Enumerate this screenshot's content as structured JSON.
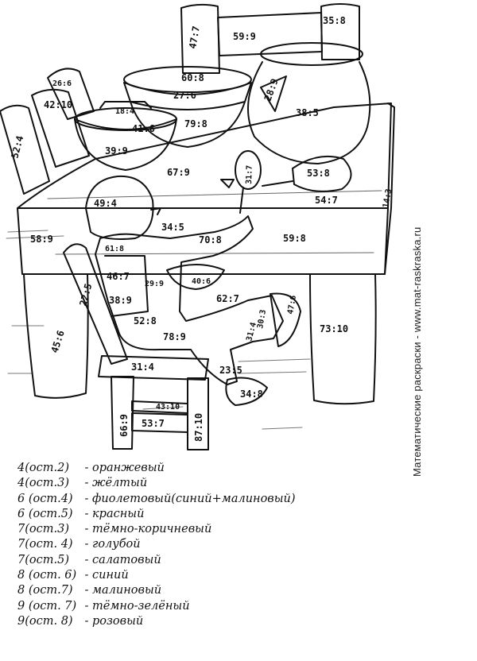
{
  "labels": {
    "post_left": "47:7",
    "back_top": "59:9",
    "post_right": "35:8",
    "pot_lid": "28:9",
    "pot_body": "38:5",
    "bowl_back_rim": "60:8",
    "bowl_back_front": "27:6",
    "bowl_back_body": "79:8",
    "bowl_left_top": "18:4",
    "bowl_left_rim": "41:6",
    "bowl_left_body": "39:9",
    "roll_top": "26:6",
    "roll_middle": "42:10",
    "roll_left": "52:4",
    "table_top_center": "67:9",
    "spoon_bowl": "31:7",
    "ladle_bowl": "53:8",
    "table_right_edge": "54:7",
    "table_far_right": "14:3",
    "table_front_left": "58:9",
    "table_front_right": "59:8",
    "boy_hair": "49:4",
    "boy_collar": "34:5",
    "boy_shoulder": "61:8",
    "boy_arm_right": "70:8",
    "boy_chest": "46:7",
    "small_bowl": "40:6",
    "boy_sleeve": "38:9",
    "boy_belt": "29:9",
    "boy_leg_top": "62:7",
    "boy_shoe_right": "47:6",
    "boy_knee": "30:3",
    "boy_lap": "52:8",
    "boy_skirt": "78:9",
    "chair_back": "22:5",
    "table_leg_left": "45:6",
    "table_leg_right": "73:10",
    "chair_seat": "31:4",
    "boy_shin": "23:5",
    "boy_calf": "31:4",
    "boy_shoe_left": "34:8",
    "chair_leg_left": "66:9",
    "chair_rung_top": "43:10",
    "chair_rung": "53:7",
    "chair_leg_right": "87:10"
  },
  "side_caption": "Математические раскраски - www.mat-raskraska.ru",
  "legend": [
    {
      "condition": "4(ост.2)",
      "color_name": "оранжевый"
    },
    {
      "condition": "4(ост.3)",
      "color_name": "жёлтый"
    },
    {
      "condition": "6 (ост.4)",
      "color_name": "фиолетовый(синий+малиновый)"
    },
    {
      "condition": "6 (ост.5)",
      "color_name": "красный"
    },
    {
      "condition": "7(ост.3)",
      "color_name": "тёмно-коричневый"
    },
    {
      "condition": "7(ост. 4)",
      "color_name": "голубой"
    },
    {
      "condition": "7(ост.5)",
      "color_name": "салатовый"
    },
    {
      "condition": "8 (ост. 6)",
      "color_name": "синий"
    },
    {
      "condition": "8 (ост.7)",
      "color_name": "малиновый"
    },
    {
      "condition": "9 (ост. 7)",
      "color_name": "тёмно-зелёный"
    },
    {
      "condition": "9(ост. 8)",
      "color_name": "розовый"
    }
  ]
}
